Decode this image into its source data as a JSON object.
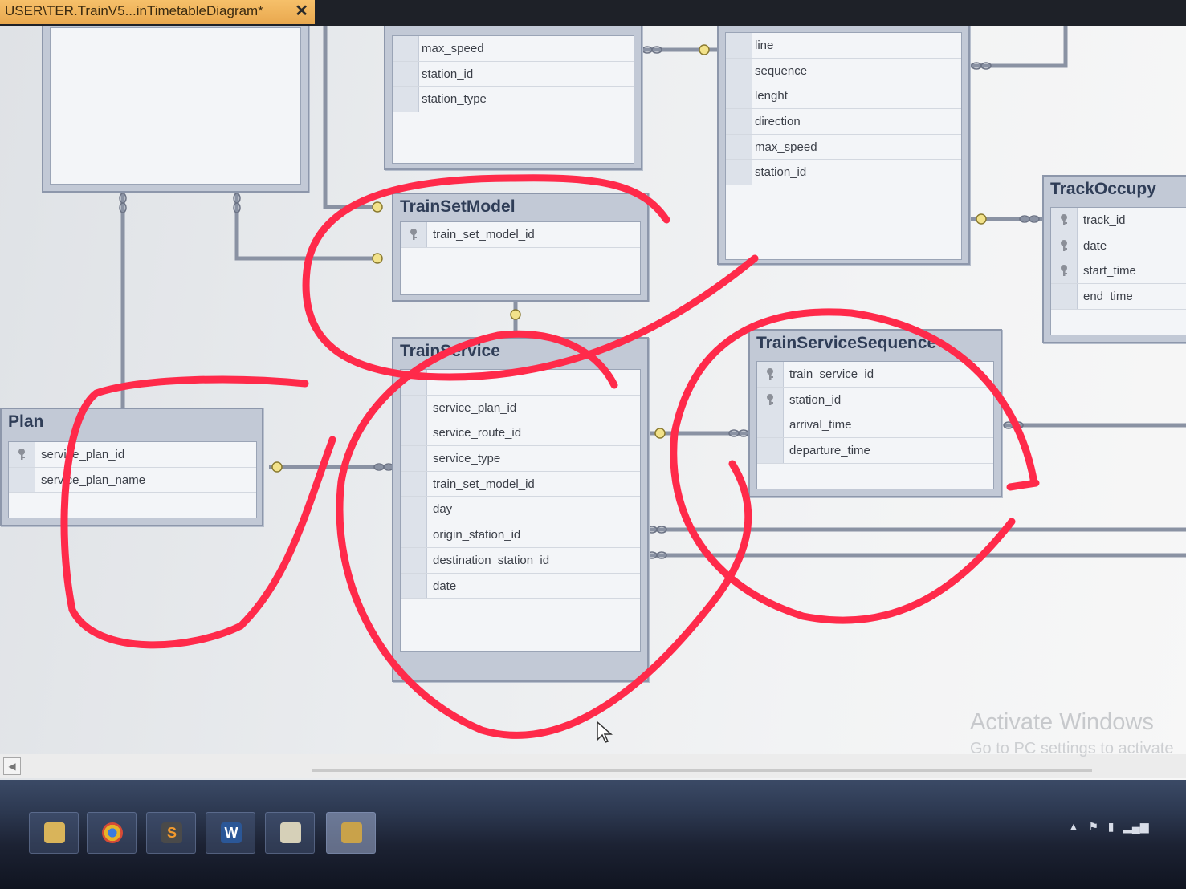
{
  "tab": {
    "title": "USER\\TER.TrainV5...inTimetableDiagram*",
    "close": "✕"
  },
  "tables": {
    "stub_left": {
      "columns": []
    },
    "stub_middle": {
      "columns": [
        "max_speed",
        "station_id",
        "station_type"
      ]
    },
    "stub_right": {
      "columns": [
        "line",
        "sequence",
        "lenght",
        "direction",
        "max_speed",
        "station_id"
      ]
    },
    "train_set_model": {
      "title": "TrainSetModel",
      "columns": [
        {
          "name": "train_set_model_id",
          "key": true
        }
      ]
    },
    "train_service": {
      "title": "TrainService",
      "columns": [
        {
          "name": "service_plan_id",
          "key": false
        },
        {
          "name": "service_route_id",
          "key": false
        },
        {
          "name": "service_type",
          "key": false
        },
        {
          "name": "train_set_model_id",
          "key": false
        },
        {
          "name": "day",
          "key": false
        },
        {
          "name": "origin_station_id",
          "key": false
        },
        {
          "name": "destination_station_id",
          "key": false
        },
        {
          "name": "date",
          "key": false
        }
      ]
    },
    "plan": {
      "title": "Plan",
      "columns": [
        {
          "name": "service_plan_id",
          "key": true
        },
        {
          "name": "service_plan_name",
          "key": false
        }
      ]
    },
    "train_service_sequence": {
      "title": "TrainServiceSequence",
      "columns": [
        {
          "name": "train_service_id",
          "key": true
        },
        {
          "name": "station_id",
          "key": true
        },
        {
          "name": "arrival_time",
          "key": false
        },
        {
          "name": "departure_time",
          "key": false
        }
      ]
    },
    "track_occupy": {
      "title": "TrackOccupy",
      "columns": [
        {
          "name": "track_id",
          "key": true
        },
        {
          "name": "date",
          "key": true
        },
        {
          "name": "start_time",
          "key": true
        },
        {
          "name": "end_time",
          "key": false
        }
      ]
    }
  },
  "watermark": {
    "line1": "Activate Windows",
    "line2": "Go to PC settings to activate"
  },
  "taskbar": {
    "items": [
      {
        "icon": "folder-icon",
        "label": ""
      },
      {
        "icon": "chrome-icon",
        "label": ""
      },
      {
        "icon": "sublime-icon",
        "label": "S"
      },
      {
        "icon": "word-icon",
        "label": "W"
      },
      {
        "icon": "paint-icon",
        "label": ""
      },
      {
        "icon": "ssms-icon",
        "label": ""
      }
    ]
  },
  "colors": {
    "annotation": "#ff2a4a",
    "tab": "#f0b45c",
    "table_header": "#c2c9d6"
  }
}
